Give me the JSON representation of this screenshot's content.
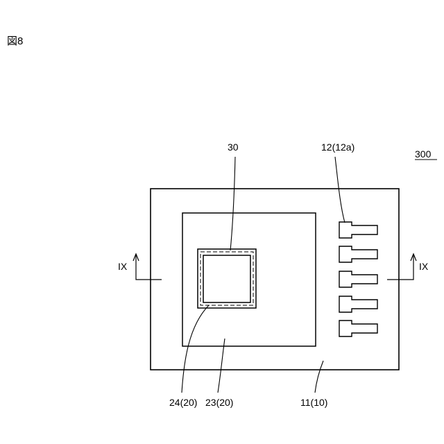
{
  "figure": {
    "title": "図8",
    "reference_number": "300",
    "labels": {
      "chip": "30",
      "terminal": "12(12a)",
      "inner_frame": "24(20)",
      "inner_region": "23(20)",
      "substrate": "11(10)"
    },
    "section": {
      "left": "IX",
      "right": "IX"
    },
    "terminal_count": 5
  }
}
